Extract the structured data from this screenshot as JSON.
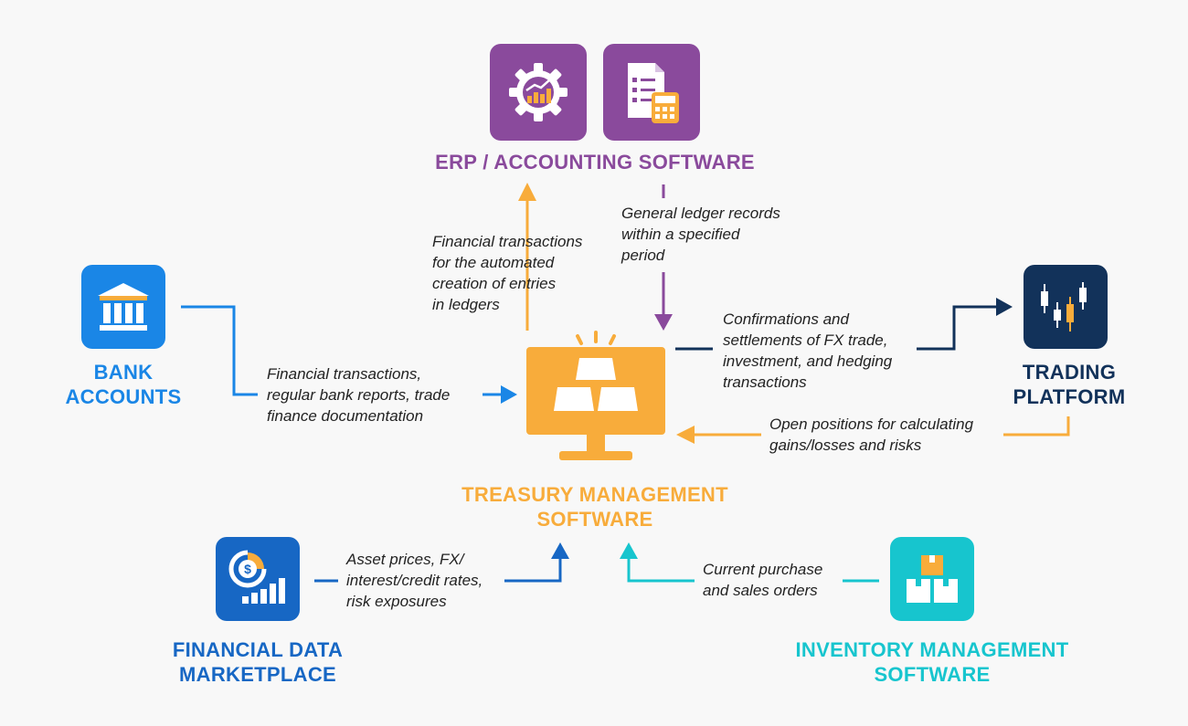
{
  "colors": {
    "erp": "#8a4a9c",
    "bank": "#1a86e6",
    "trading": "#12325a",
    "treasury": "#f8ac3b",
    "financial": "#1767c4",
    "inventory": "#17c5ce",
    "text": "#222222"
  },
  "nodes": {
    "erp": {
      "title": "ERP / ACCOUNTING SOFTWARE",
      "icons": [
        "gear-chart-icon",
        "checklist-calculator-icon"
      ]
    },
    "bank": {
      "title_lines": [
        "BANK",
        "ACCOUNTS"
      ],
      "icon": "bank-building-icon"
    },
    "trading": {
      "title_lines": [
        "TRADING",
        "PLATFORM"
      ],
      "icon": "candlestick-chart-icon"
    },
    "treasury": {
      "title_lines": [
        "TREASURY MANAGEMENT",
        "SOFTWARE"
      ],
      "icon": "monitor-gold-bars-icon"
    },
    "financial": {
      "title_lines": [
        "FINANCIAL DATA",
        "MARKETPLACE"
      ],
      "icon": "dollar-bar-chart-icon"
    },
    "inventory": {
      "title_lines": [
        "INVENTORY MANAGEMENT",
        "SOFTWARE"
      ],
      "icon": "boxes-icon"
    }
  },
  "flows": {
    "treasury_to_erp": [
      "Financial transactions",
      "for the automated",
      "creation of entries",
      "in ledgers"
    ],
    "erp_to_treasury": [
      "General ledger records",
      "within a specified",
      "period"
    ],
    "bank_to_treasury": [
      "Financial transactions,",
      "regular bank reports, trade",
      "finance documentation"
    ],
    "treasury_to_trading": [
      "Confirmations and",
      "settlements of FX trade,",
      "investment, and hedging",
      "transactions"
    ],
    "trading_to_treasury": [
      "Open positions for calculating",
      "gains/losses and risks"
    ],
    "financial_to_treasury": [
      "Asset prices, FX/",
      "interest/credit rates,",
      "risk exposures"
    ],
    "inventory_to_treasury": [
      "Current purchase",
      "and sales orders"
    ]
  }
}
